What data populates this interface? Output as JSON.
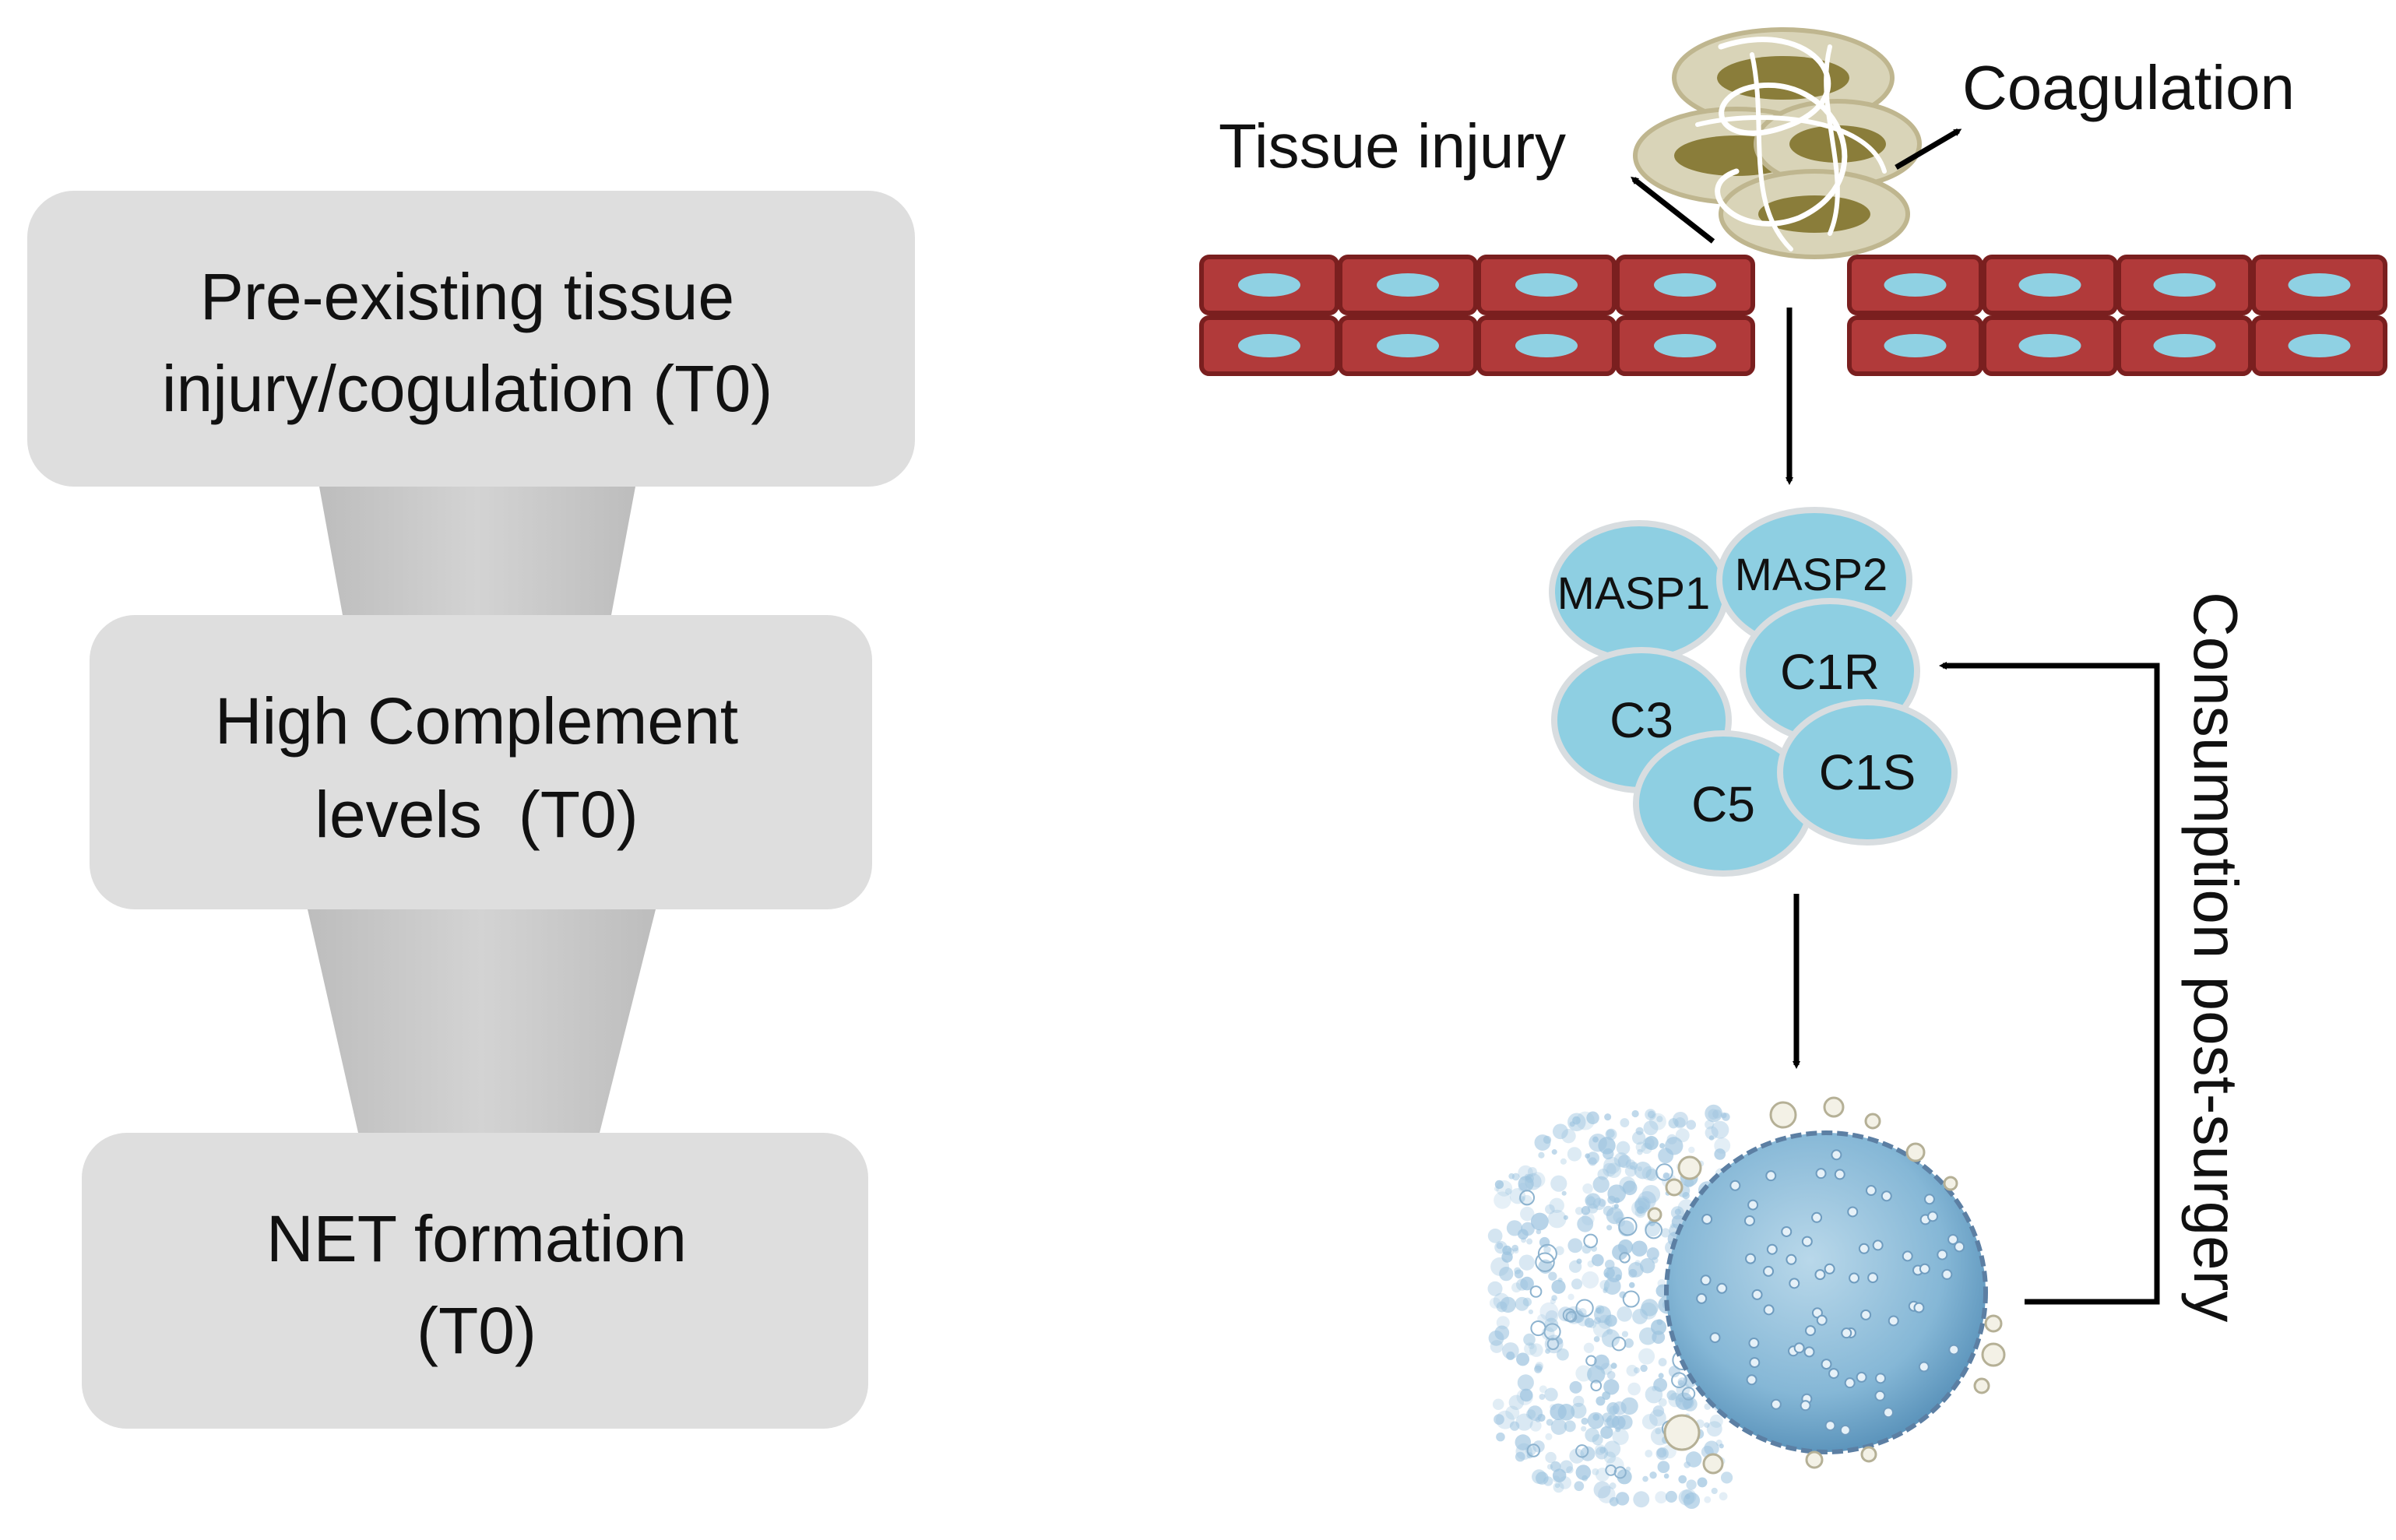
{
  "flow": {
    "steps": [
      {
        "line1": "Pre-existing tissue",
        "line2": "injury/cogulation (T0)"
      },
      {
        "line1": "High Complement",
        "line2": "levels  (T0)"
      },
      {
        "line1": "NET formation",
        "line2": "(T0)"
      }
    ]
  },
  "schematic": {
    "tissue_injury_label": "Tissue injury",
    "coagulation_label": "Coagulation",
    "complement_proteins": [
      "MASP1",
      "MASP2",
      "C1R",
      "C3",
      "C5",
      "C1S"
    ],
    "feedback_label": "Consumption post-surgery"
  },
  "colors": {
    "box_fill": "#dedede",
    "connector": "#c4c4c4",
    "vessel_cell": "#b13a3a",
    "vessel_border": "#7a1f1f",
    "nucleus": "#8fd1e3",
    "protein_fill": "#8ecfe2",
    "protein_stroke": "#d8dde0",
    "clot": "#8a7d3a",
    "neutrophil": "#7fb3d3"
  }
}
